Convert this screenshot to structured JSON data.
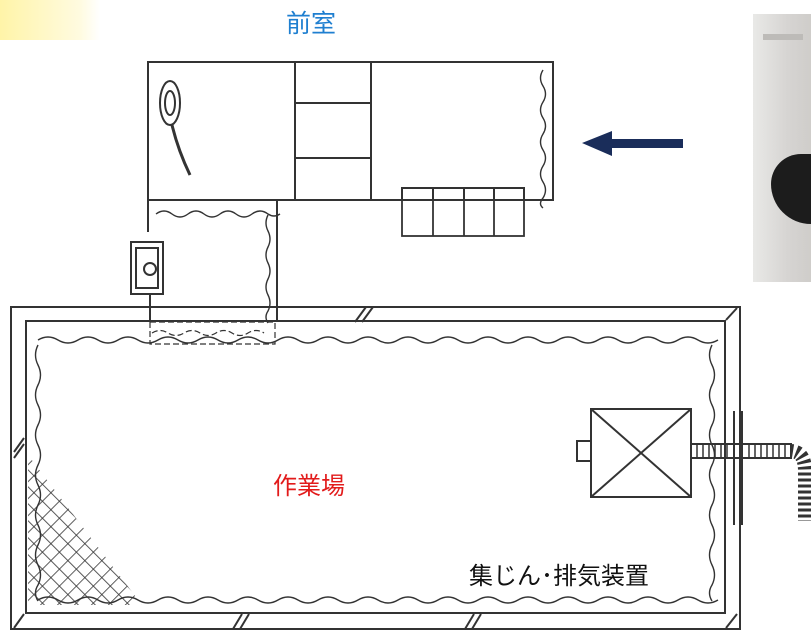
{
  "labels": {
    "front_room": "前室",
    "work_area": "作業場",
    "dust_collector": "集じん･排気装置"
  },
  "colors": {
    "front_room_label": "#1f7fd0",
    "work_area_label": "#e21b1b",
    "line": "#333333",
    "arrow": "#1a2d5a"
  },
  "icons": {
    "entry_arrow": "left-arrow-icon",
    "fan_unit": "x-box-icon"
  }
}
